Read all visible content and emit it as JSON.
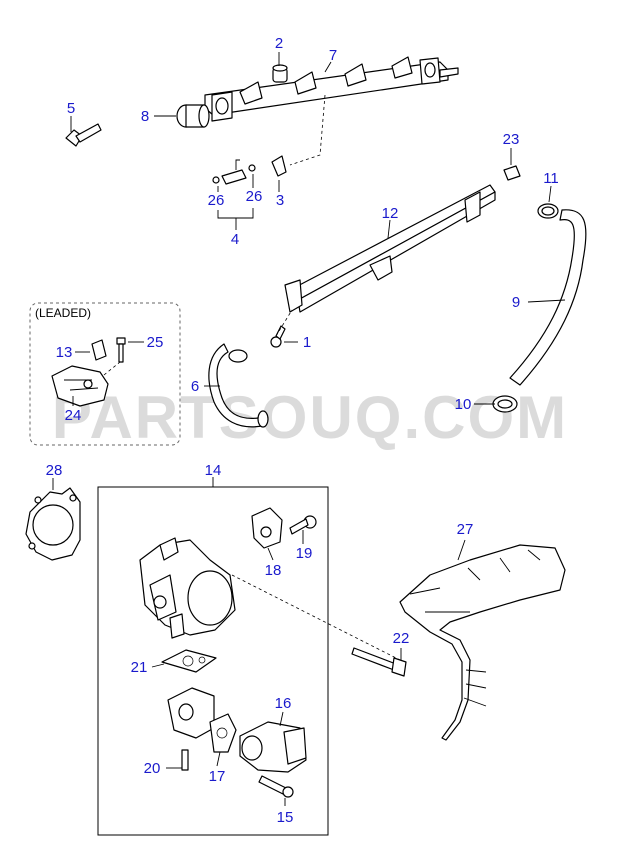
{
  "watermark": "PARTSOUQ.COM",
  "leaded_label": "(LEADED)",
  "callouts": {
    "c1": "1",
    "c2": "2",
    "c3": "3",
    "c4": "4",
    "c5": "5",
    "c6": "6",
    "c7": "7",
    "c8": "8",
    "c9": "9",
    "c10": "10",
    "c11": "11",
    "c12": "12",
    "c13": "13",
    "c14": "14",
    "c15": "15",
    "c16": "16",
    "c17": "17",
    "c18": "18",
    "c19": "19",
    "c20": "20",
    "c21": "21",
    "c22": "22",
    "c23": "23",
    "c24": "24",
    "c25": "25",
    "c26a": "26",
    "c26b": "26",
    "c27": "27",
    "c28": "28"
  },
  "colors": {
    "callout": "#1a1acc",
    "line": "#000000",
    "watermark": "#bdbdbd"
  }
}
